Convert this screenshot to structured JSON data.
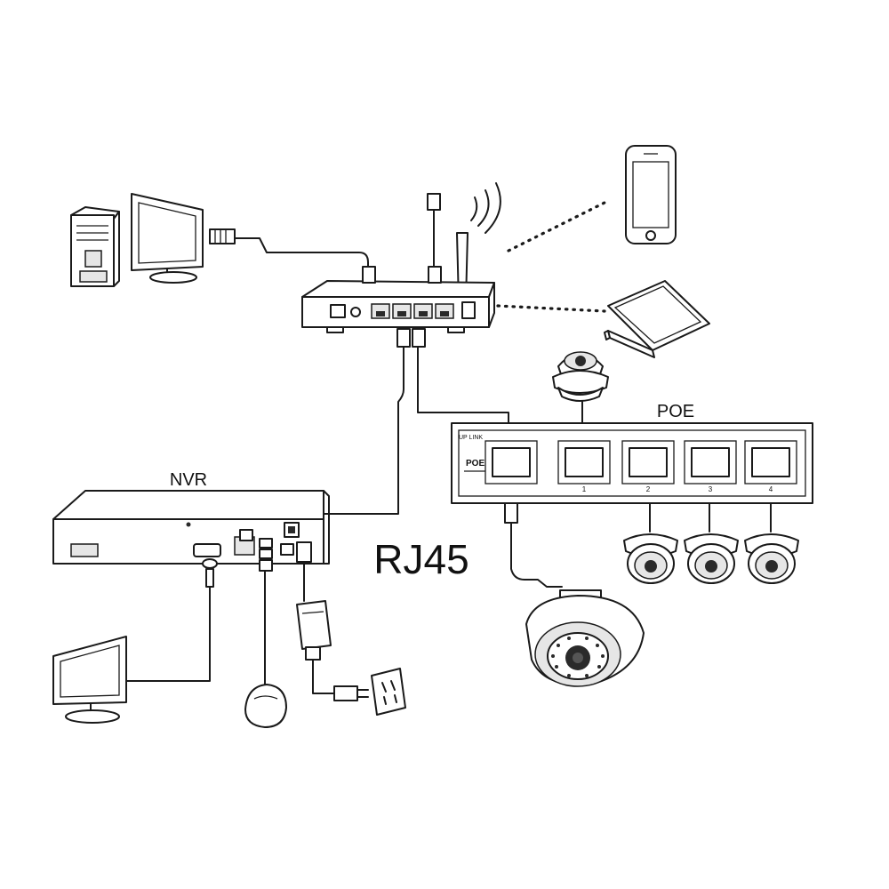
{
  "labels": {
    "poe": "POE",
    "nvr": "NVR",
    "rj45": "RJ45",
    "uplink": "UP LINK",
    "poe_small": "POE",
    "port_1": "1",
    "port_2": "2",
    "port_3": "3",
    "port_4": "4"
  }
}
